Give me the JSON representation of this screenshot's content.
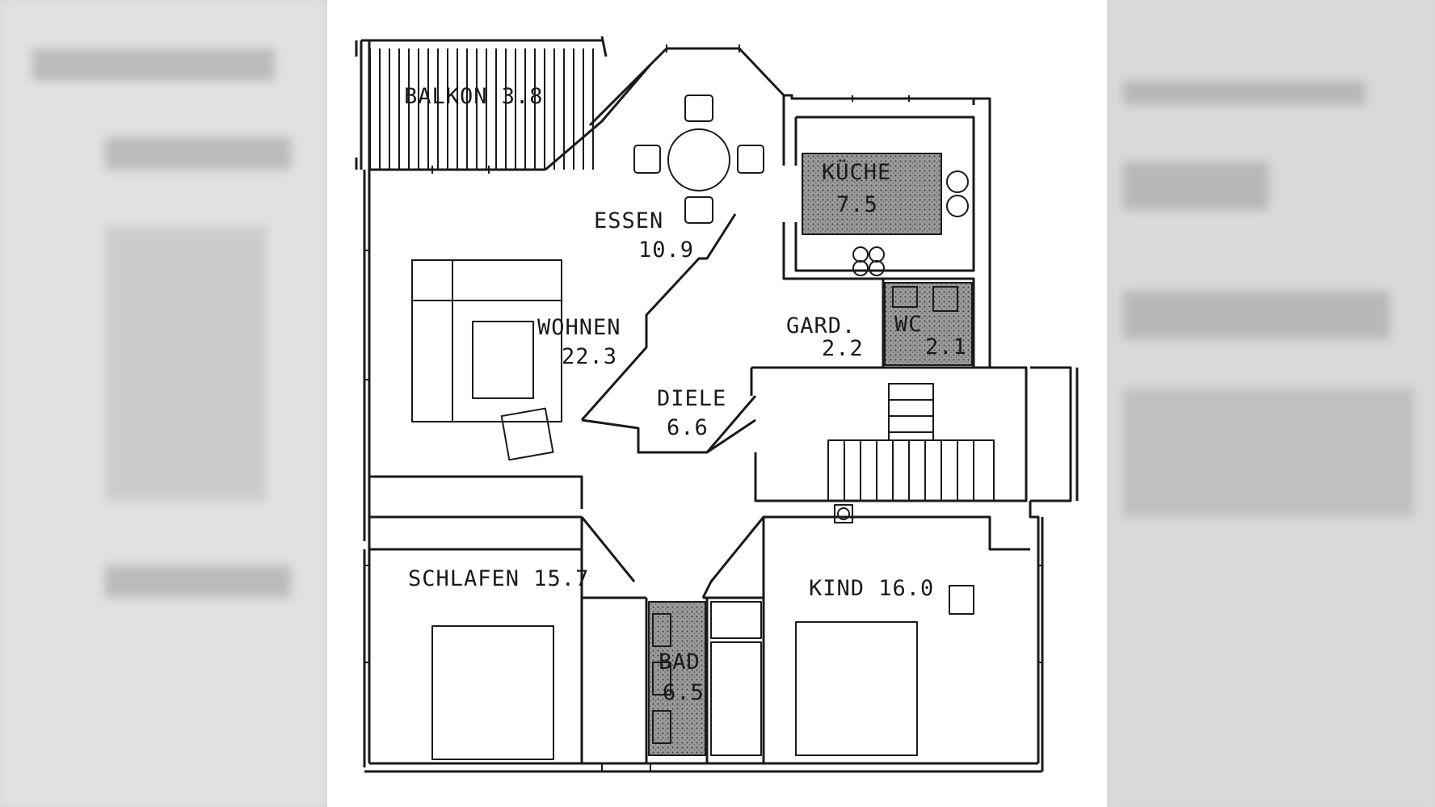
{
  "rooms": {
    "balkon": "BALKON 3.8",
    "essen_name": "ESSEN",
    "essen_area": "10.9",
    "kueche_name": "KÜCHE",
    "kueche_area": "7.5",
    "wohnen_name": "WOHNEN",
    "wohnen_area": "22.3",
    "gard_name": "GARD.",
    "gard_area": "2.2",
    "wc_name": "WC",
    "wc_area": "2.1",
    "diele_name": "DIELE",
    "diele_area": "6.6",
    "schlafen": "SCHLAFEN 15.7",
    "kind": "KIND 16.0",
    "bad_name": "BAD",
    "bad_area": "6.5"
  },
  "colors": {
    "wall": "#1a1a1a",
    "wet_area_fill": "#8a8a8a",
    "background": "#ffffff"
  }
}
